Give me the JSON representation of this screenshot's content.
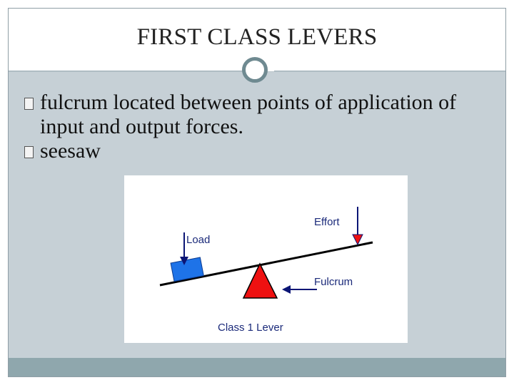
{
  "slide": {
    "title": "FIRST CLASS LEVERS",
    "bullets": [
      "fulcrum located between points of application of input and output forces.",
      "seesaw"
    ]
  },
  "diagram": {
    "labels": {
      "effort": "Effort",
      "load": "Load",
      "fulcrum": "Fulcrum",
      "caption": "Class 1 Lever"
    },
    "colors": {
      "load_block": "#1e73e8",
      "fulcrum": "#ee1111",
      "arrow": "#0b1575",
      "text": "#1b2a7a",
      "beam": "#000000"
    }
  },
  "theme": {
    "background": "#c6d0d6",
    "title_background": "#ffffff",
    "footer": "#8fa7ad",
    "accent_circle": "#6f8a91"
  }
}
